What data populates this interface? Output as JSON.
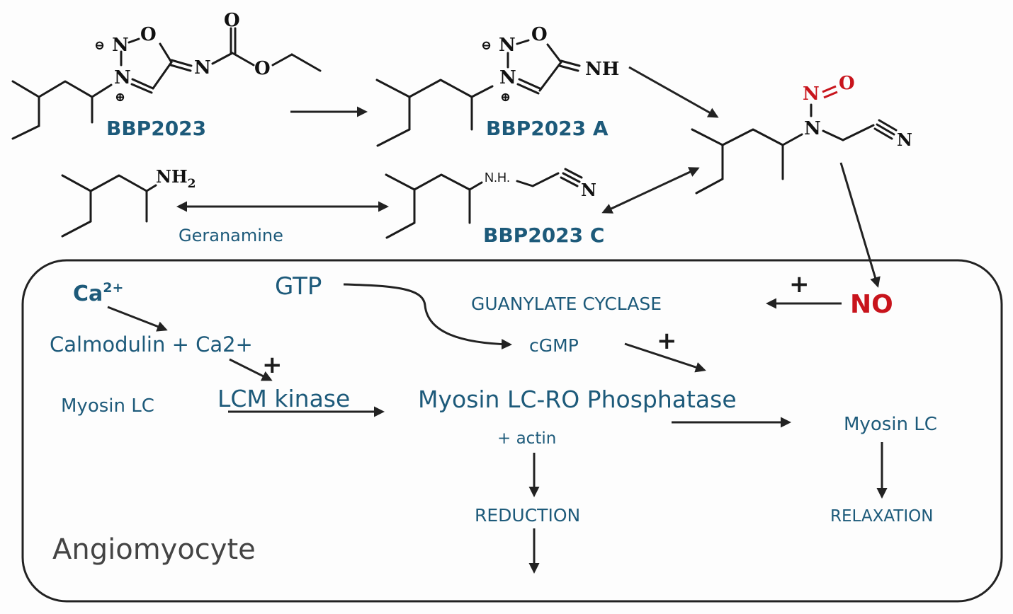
{
  "compounds": {
    "bbp2023": {
      "name": "BBP2023",
      "atoms": {
        "n_minus": "N",
        "o_ring": "O",
        "n_plus": "N",
        "n_imine": "N",
        "o_carbonyl": "O",
        "o_ester": "O",
        "minus": "⊖",
        "plus": "⊕"
      }
    },
    "bbp2023a": {
      "name": "BBP2023 A",
      "atoms": {
        "n_minus": "N",
        "o_ring": "O",
        "n_plus": "N",
        "nh": "NH",
        "minus": "⊖",
        "plus": "⊕"
      }
    },
    "nitroso": {
      "atoms": {
        "n_nitroso": "N",
        "o_nitroso": "O",
        "n_amine": "N",
        "n_nitrile": "N"
      }
    },
    "geranamine": {
      "name": "Geranamine",
      "atoms": {
        "nh2": "NH",
        "nh2_sub": "2"
      }
    },
    "bbp2023c": {
      "name": "BBP2023 C",
      "atoms": {
        "nh": "N.H.",
        "n_nitrile": "N"
      }
    }
  },
  "cell": {
    "label": "Angiomyocyte",
    "nodes": {
      "ca": "Ca",
      "ca_sup": "2+",
      "calmodulin": "Calmodulin + Ca2+",
      "myosin_lc_left": "Myosin LC",
      "lcm_kinase": "LCM kinase",
      "gtp": "GTP",
      "guanylate_cyclase": "GUANYLATE CYCLASE",
      "cgmp": "cGMP",
      "phosphatase": "Myosin LC-RO Phosphatase",
      "actin": "+ actin",
      "reduction": "REDUCTION",
      "myosin_lc_right": "Myosin LC",
      "relaxation": "RELAXATION",
      "no": "NO"
    },
    "activation_signs": {
      "plus": "+"
    }
  },
  "colors": {
    "label_blue": "#1d5a7a",
    "no_red": "#c8141c",
    "line": "#1a1a1a"
  }
}
